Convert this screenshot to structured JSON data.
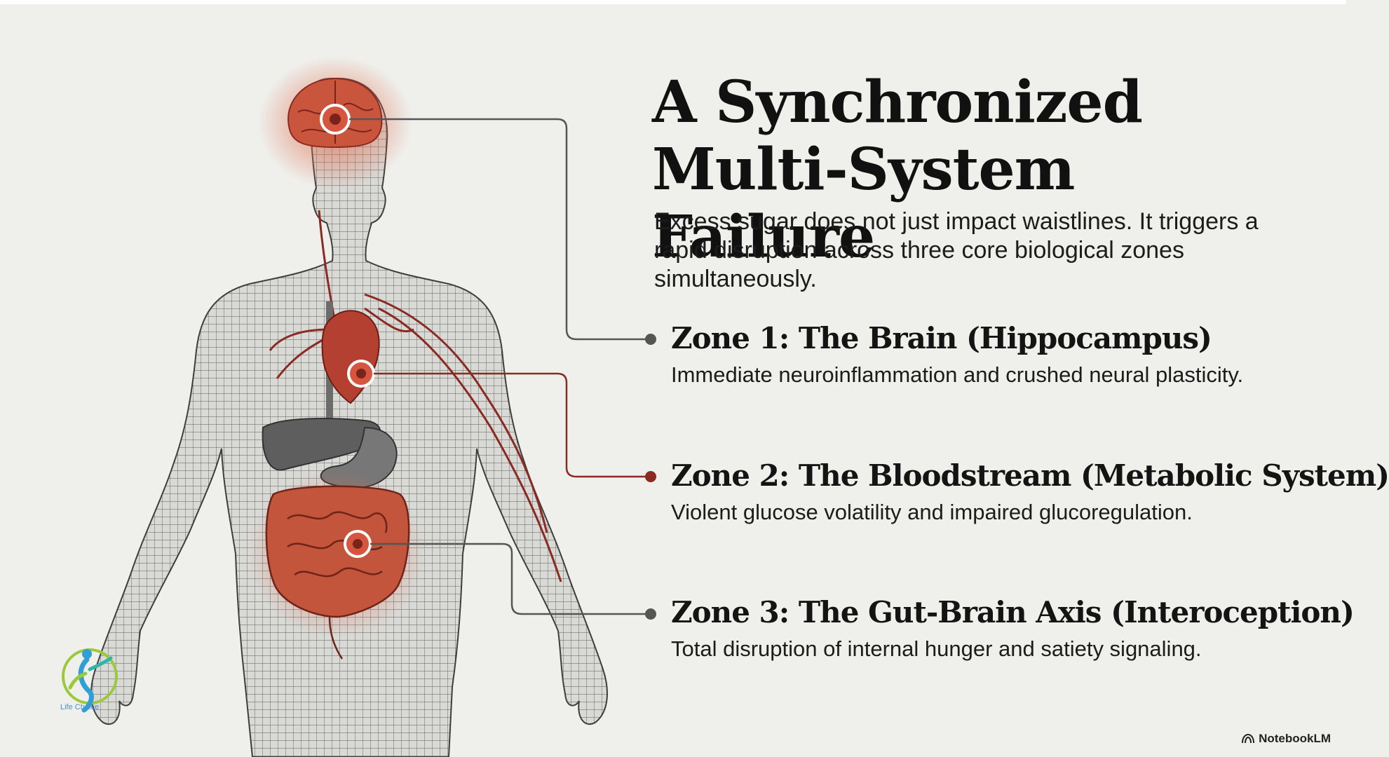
{
  "title_lines": [
    "A Synchronized",
    "Multi-System Failure"
  ],
  "subtitle": "Excess sugar does not just impact waistlines. It triggers a rapid disruption across three core biological zones simultaneously.",
  "zones": [
    {
      "title": "Zone 1: The Brain (Hippocampus)",
      "description": "Immediate neuroinflammation and crushed neural plasticity.",
      "color": "#555555"
    },
    {
      "title": "Zone 2: The Bloodstream (Metabolic System)",
      "description": "Violent glucose volatility and impaired glucoregulation.",
      "color": "#8a2a22"
    },
    {
      "title": "Zone 3: The Gut-Brain Axis (Interoception)",
      "description": "Total disruption of internal hunger and satiety signaling.",
      "color": "#555555"
    }
  ],
  "logo_text": "Life Choice",
  "brand": {
    "label": "NotebookLM",
    "icon": "notebooklm-icon"
  },
  "colors": {
    "background": "#efefec",
    "highlight": "#c0392b",
    "mesh": "#5a5a5a"
  }
}
